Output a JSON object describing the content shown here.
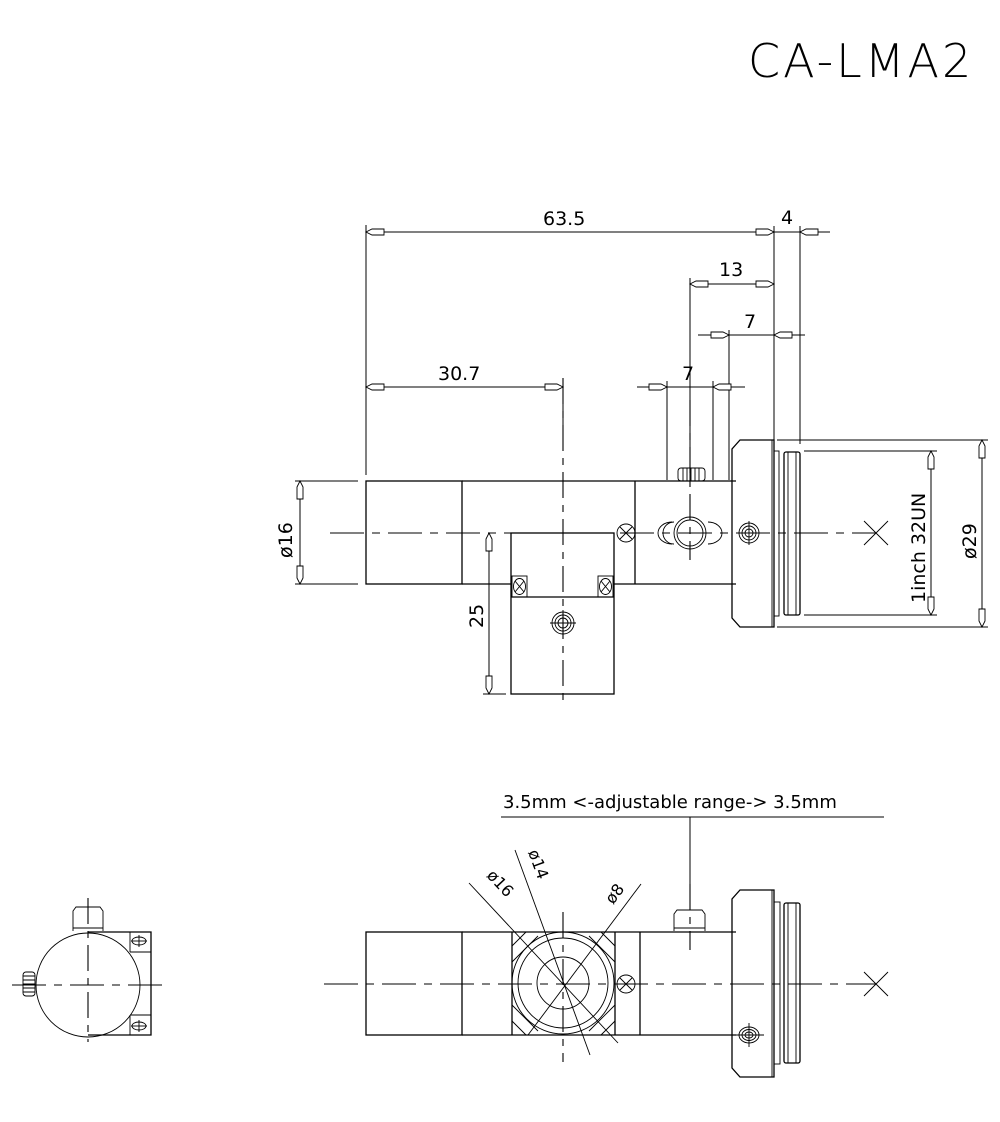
{
  "title": "CA-LMA2",
  "top_view": {
    "dimensions": {
      "overall_length": "63.5",
      "flange": "4",
      "offset_13": "13",
      "offset_7_upper": "7",
      "offset_7_lower": "7",
      "center_30_7": "30.7",
      "body_dia": "ø16",
      "drop_25": "25",
      "thread": "1inch 32UN",
      "outer_dia": "ø29"
    }
  },
  "side_view": {
    "note": "3.5mm <-adjustable range-> 3.5mm",
    "diameters": {
      "d16": "ø16",
      "d14": "ø14",
      "d8": "ø8"
    }
  },
  "colors": {
    "line": "#000000",
    "background": "#ffffff"
  }
}
